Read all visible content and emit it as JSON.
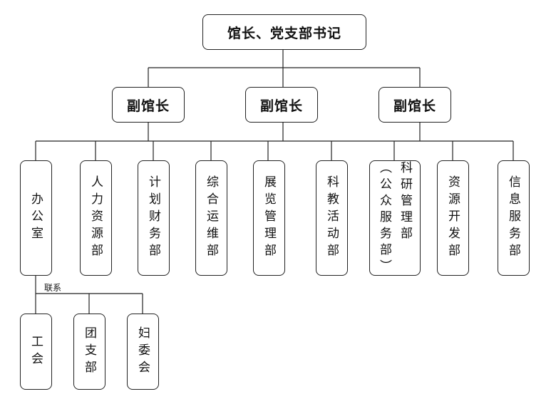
{
  "director": "馆长、党支部书记",
  "deputies": [
    "副馆长",
    "副馆长",
    "副馆长"
  ],
  "departments": [
    "办公室",
    "人力资源部",
    "计划财务部",
    "综合运维部",
    "展览管理部",
    "科教活动部",
    "科研管理部",
    "（公众服务部）",
    "资源开发部",
    "信息服务部"
  ],
  "link_label": "联系",
  "affiliates": [
    "工会",
    "团支部",
    "妇委会"
  ]
}
